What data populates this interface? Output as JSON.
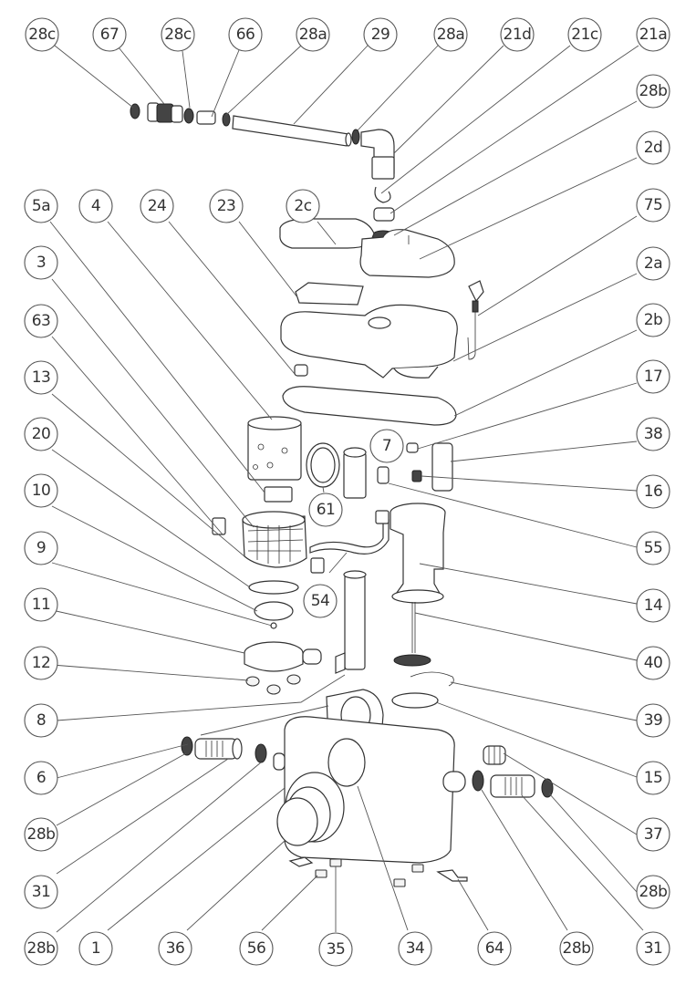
{
  "diagram": {
    "title": "Exploded parts view — macerator pump",
    "callouts": [
      {
        "id": "c-28c-a",
        "label": "28c"
      },
      {
        "id": "c-67",
        "label": "67"
      },
      {
        "id": "c-28c-b",
        "label": "28c"
      },
      {
        "id": "c-66",
        "label": "66"
      },
      {
        "id": "c-28a-a",
        "label": "28a"
      },
      {
        "id": "c-29",
        "label": "29"
      },
      {
        "id": "c-28a-b",
        "label": "28a"
      },
      {
        "id": "c-21d",
        "label": "21d"
      },
      {
        "id": "c-21c",
        "label": "21c"
      },
      {
        "id": "c-21a",
        "label": "21a"
      },
      {
        "id": "c-28b-top",
        "label": "28b"
      },
      {
        "id": "c-2d",
        "label": "2d"
      },
      {
        "id": "c-5a",
        "label": "5a"
      },
      {
        "id": "c-4",
        "label": "4"
      },
      {
        "id": "c-24",
        "label": "24"
      },
      {
        "id": "c-23",
        "label": "23"
      },
      {
        "id": "c-2c",
        "label": "2c"
      },
      {
        "id": "c-75",
        "label": "75"
      },
      {
        "id": "c-3",
        "label": "3"
      },
      {
        "id": "c-2a",
        "label": "2a"
      },
      {
        "id": "c-63",
        "label": "63"
      },
      {
        "id": "c-2b",
        "label": "2b"
      },
      {
        "id": "c-13",
        "label": "13"
      },
      {
        "id": "c-17",
        "label": "17"
      },
      {
        "id": "c-7",
        "label": "7"
      },
      {
        "id": "c-38",
        "label": "38"
      },
      {
        "id": "c-20",
        "label": "20"
      },
      {
        "id": "c-16",
        "label": "16"
      },
      {
        "id": "c-61",
        "label": "61"
      },
      {
        "id": "c-10",
        "label": "10"
      },
      {
        "id": "c-55",
        "label": "55"
      },
      {
        "id": "c-9",
        "label": "9"
      },
      {
        "id": "c-54",
        "label": "54"
      },
      {
        "id": "c-14",
        "label": "14"
      },
      {
        "id": "c-11",
        "label": "11"
      },
      {
        "id": "c-40",
        "label": "40"
      },
      {
        "id": "c-12",
        "label": "12"
      },
      {
        "id": "c-8",
        "label": "8"
      },
      {
        "id": "c-39",
        "label": "39"
      },
      {
        "id": "c-6",
        "label": "6"
      },
      {
        "id": "c-15",
        "label": "15"
      },
      {
        "id": "c-28b-l1",
        "label": "28b"
      },
      {
        "id": "c-37",
        "label": "37"
      },
      {
        "id": "c-31-l",
        "label": "31"
      },
      {
        "id": "c-28b-r1",
        "label": "28b"
      },
      {
        "id": "c-28b-l2",
        "label": "28b"
      },
      {
        "id": "c-1",
        "label": "1"
      },
      {
        "id": "c-36",
        "label": "36"
      },
      {
        "id": "c-56",
        "label": "56"
      },
      {
        "id": "c-35",
        "label": "35"
      },
      {
        "id": "c-34",
        "label": "34"
      },
      {
        "id": "c-64",
        "label": "64"
      },
      {
        "id": "c-28b-r2",
        "label": "28b"
      },
      {
        "id": "c-31-r",
        "label": "31"
      }
    ]
  }
}
